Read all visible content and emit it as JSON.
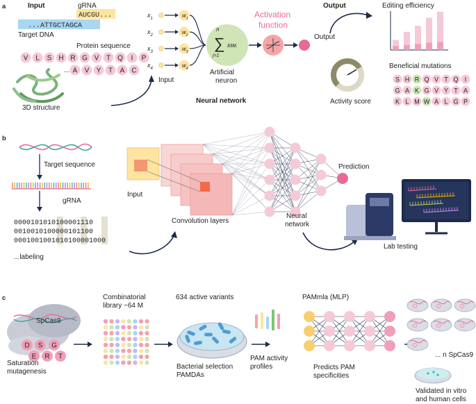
{
  "panel_a": {
    "letter": "a",
    "input_header": "Input",
    "grna_label": "gRNA",
    "grna_seq": "AUCGU...",
    "dna_seq": "...ATTGCTAGCA",
    "target_dna_label": "Target DNA",
    "protein_label": "Protein sequence",
    "protein_row1": [
      "V",
      "L",
      "S",
      "H",
      "R",
      "G",
      "V",
      "T",
      "Q",
      "I",
      "P"
    ],
    "protein_row2_prefix": "...",
    "protein_row2": [
      "A",
      "V",
      "Y",
      "T",
      "A",
      "C"
    ],
    "structure_label": "3D structure",
    "x_labels": [
      "x",
      "x",
      "x",
      "x"
    ],
    "x_subs": [
      "1",
      "2",
      "3",
      "4"
    ],
    "w_labels": [
      "w",
      "w",
      "w",
      "w"
    ],
    "w_subs": [
      "1",
      "2",
      "3",
      "4"
    ],
    "sum_n": "n",
    "sum_j": "j=1",
    "sum_term": "xᵢwᵢ",
    "input_small": "Input",
    "neuron_label": [
      "Artificial",
      "neuron"
    ],
    "activation_label": [
      "Activation",
      "function"
    ],
    "output_header": "Output",
    "output_label": "Output",
    "neural_network_label": "Neural network",
    "editing_efficiency_label": "Editing efficiency",
    "editing_bars": [
      0.25,
      0.45,
      0.6,
      0.8,
      0.95
    ],
    "editing_bars_dark": [
      0.1,
      0.12,
      0.15,
      0.18,
      0.2
    ],
    "activity_label": "Activity score",
    "gauge_value": 0.72,
    "beneficial_label": "Beneficial mutations",
    "mut_rows": [
      [
        "S",
        "H",
        "R",
        "Q",
        "V",
        "T",
        "Q",
        "I"
      ],
      [
        "G",
        "A",
        "K",
        "G",
        "V",
        "Y",
        "T",
        "A"
      ],
      [
        "K",
        "L",
        "M",
        "W",
        "A",
        "L",
        "G",
        "P"
      ]
    ],
    "mut_highlight": [
      [
        0,
        2
      ],
      [
        1,
        2
      ],
      [
        2,
        3
      ]
    ]
  },
  "panel_b": {
    "letter": "b",
    "target_seq_label": "Target sequence",
    "grna_label": "gRNA",
    "binary_rows": [
      "0000101010100001110",
      "0010010100000101100",
      "0001001001010100001000"
    ],
    "labeling_label": "...labeling",
    "input_label": "Input",
    "conv_label": "Convolution layers",
    "nn_label": [
      "Neural",
      "network"
    ],
    "prediction_label": "Prediction",
    "lab_label": "Lab testing"
  },
  "panel_c": {
    "letter": "c",
    "spcas9_label": "SpCas9",
    "mut_letters": [
      "D",
      "S",
      "G",
      "E",
      "R",
      "T"
    ],
    "saturation_label": [
      "Saturation",
      "mutagenesis"
    ],
    "combinatorial_label": [
      "Combinatorial",
      "library ~64 M"
    ],
    "active_variants_label": "634 active variants",
    "bacterial_label": [
      "Bacterial selection",
      "PAMDAs"
    ],
    "pam_activity_label": [
      "PAM activity",
      "profiles"
    ],
    "pammla_label": "PAMmla (MLP)",
    "predicts_label": [
      "Predicts PAM",
      "specificities"
    ],
    "n_spcas9_label": "... n SpCas9",
    "validated_label": [
      "Validated in vitro",
      "and human cells"
    ]
  },
  "colors": {
    "pink_light": "#f5c9d6",
    "pink_mid": "#f19fb7",
    "pink": "#e96a95",
    "salmon": "#f4a5a5",
    "orange_sq": "#f08a6a",
    "yellow": "#fde4a0",
    "blue_light": "#a9d6f0",
    "green_light": "#cfe5b6",
    "navy": "#1d2b4a",
    "beige": "#dcd9c6",
    "teal": "#3aa99f"
  }
}
